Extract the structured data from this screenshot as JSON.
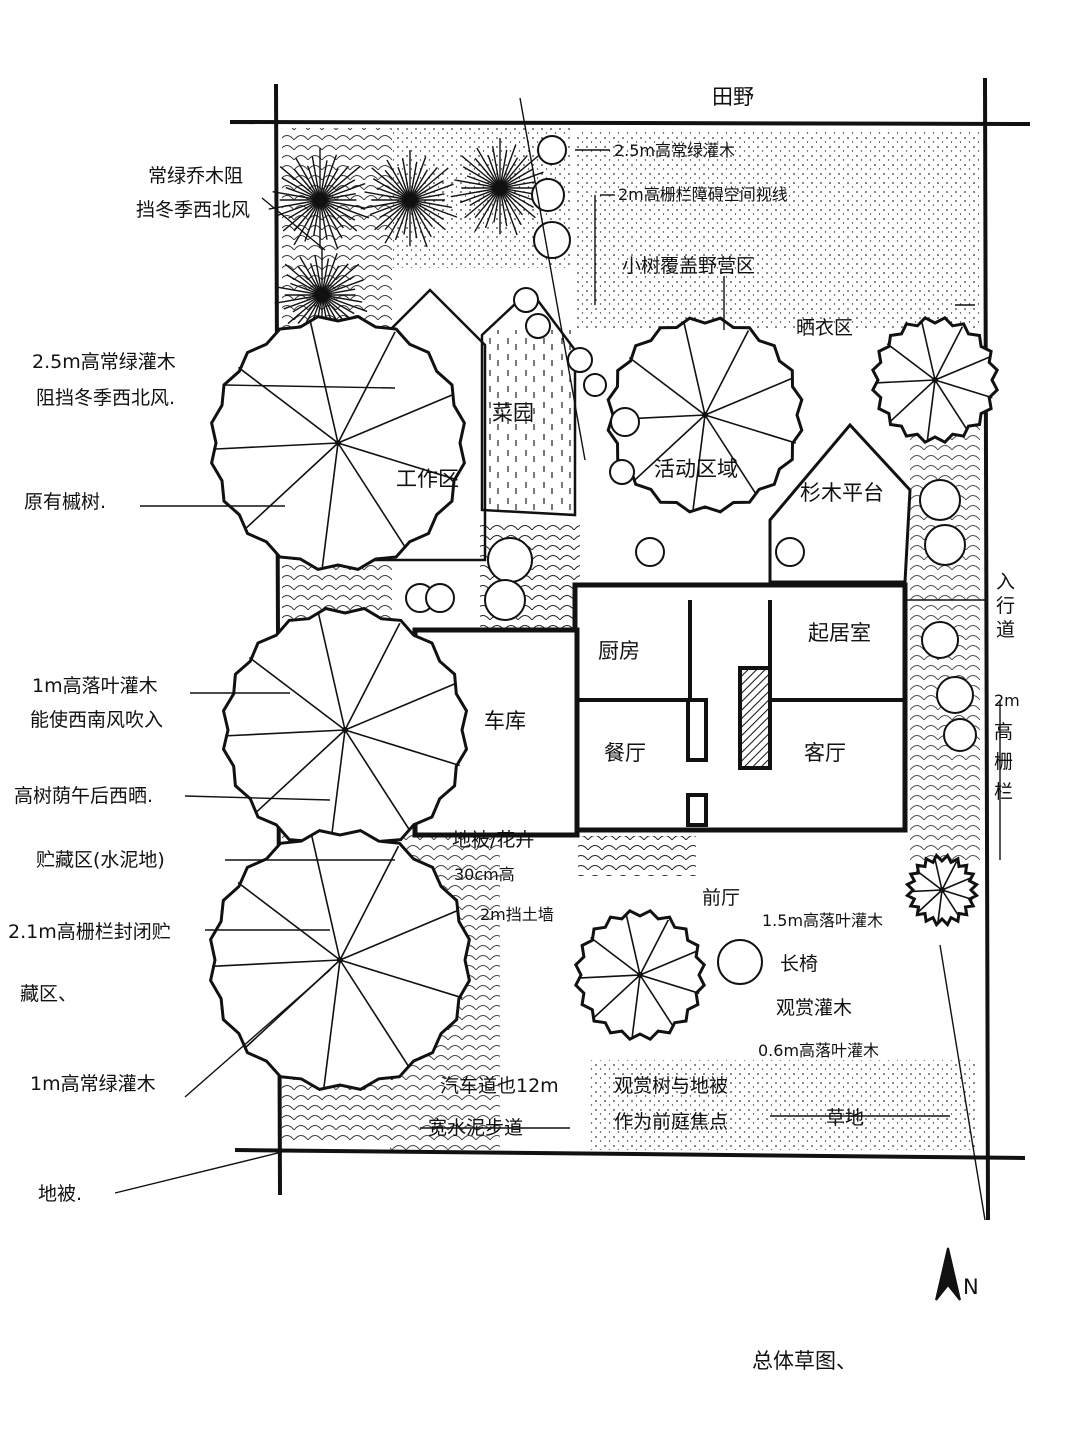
{
  "top_label": "田野",
  "left_labels": {
    "evergreen_shelter_1": "常绿乔木阻",
    "evergreen_shelter_2": "挡冬季西北风",
    "shrub_25m_1": "2.5m高常绿灌木",
    "shrub_25m_2": "阻挡冬季西北风.",
    "existing_maple": "原有槭树.",
    "deciduous_1m_1": "1m高落叶灌木",
    "deciduous_1m_2": "能使西南风吹入",
    "shade_tree": "高树荫午后西晒.",
    "storage": "贮藏区(水泥地)",
    "fence_21m_1": "2.1m高栅栏封闭贮",
    "fence_21m_2": "藏区、",
    "evergreen_1m": "1m高常绿灌木",
    "paving": "地被."
  },
  "top_right_labels": {
    "shrub_25m_top": "2.5m高常绿灌木",
    "fence_2m_top": "2m高栅栏障碍空间视线",
    "wild_area": "小树覆盖野营区",
    "clothes_area": "晒衣区",
    "side_way_1": "入",
    "side_way_2": "行",
    "side_way_3": "道",
    "fence_2m_right_1": "2m",
    "fence_2m_right_2": "高",
    "fence_2m_right_3": "栅",
    "fence_2m_right_4": "栏"
  },
  "site_labels": {
    "vegetable": "菜园",
    "workshop": "工作区",
    "activity": "活动区域",
    "wood_deck": "杉木平台",
    "kitchen": "厨房",
    "living_room": "起居室",
    "garage": "车库",
    "dining": "餐厅",
    "hall": "客厅",
    "foyer": "前厅",
    "groundcover_1": "地被/花卉",
    "groundcover_2": "30cm高",
    "retaining_wall": "2m挡土墙",
    "drive_1": "汽车道也12m",
    "drive_2": "宽水泥步道",
    "entrance_1": "观赏树与地被",
    "entrance_2": "作为前庭焦点",
    "lawn": "草地",
    "shrub_15m": "1.5m高落叶灌木",
    "bench": "长椅",
    "ornamental_shrub": "观赏灌木",
    "shrub_06m": "0.6m高落叶灌木"
  },
  "north_label": "N",
  "signature": "总体草图、"
}
